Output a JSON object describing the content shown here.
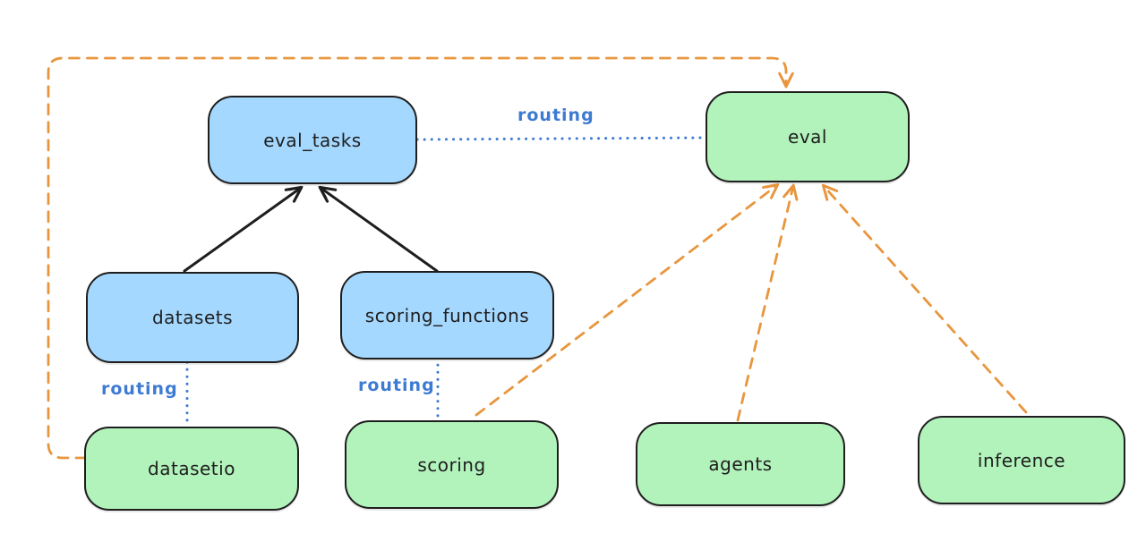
{
  "diagram": {
    "nodes": [
      {
        "id": "eval_tasks",
        "label": "eval_tasks",
        "fill": "#a5d8ff"
      },
      {
        "id": "eval",
        "label": "eval",
        "fill": "#b2f2bb"
      },
      {
        "id": "datasets",
        "label": "datasets",
        "fill": "#a5d8ff"
      },
      {
        "id": "scoring_functions",
        "label": "scoring_functions",
        "fill": "#a5d8ff"
      },
      {
        "id": "datasetio",
        "label": "datasetio",
        "fill": "#b2f2bb"
      },
      {
        "id": "scoring",
        "label": "scoring",
        "fill": "#b2f2bb"
      },
      {
        "id": "agents",
        "label": "agents",
        "fill": "#b2f2bb"
      },
      {
        "id": "inference",
        "label": "inference",
        "fill": "#b2f2bb"
      }
    ],
    "edge_labels": [
      {
        "id": "routing-eval-tasks-eval",
        "text": "routing"
      },
      {
        "id": "routing-datasets-datasetio",
        "text": "routing"
      },
      {
        "id": "routing-scoring-functions-scoring",
        "text": "routing"
      }
    ],
    "edges": [
      {
        "from": "datasets",
        "to": "eval_tasks",
        "style": "solid-arrow",
        "color": "#1e1e1e"
      },
      {
        "from": "scoring_functions",
        "to": "eval_tasks",
        "style": "solid-arrow",
        "color": "#1e1e1e"
      },
      {
        "from": "eval_tasks",
        "to": "eval",
        "style": "dotted-line",
        "color": "#3d7bd3",
        "label": "routing"
      },
      {
        "from": "datasets",
        "to": "datasetio",
        "style": "dotted-line",
        "color": "#3d7bd3",
        "label": "routing"
      },
      {
        "from": "scoring_functions",
        "to": "scoring",
        "style": "dotted-line",
        "color": "#3d7bd3",
        "label": "routing"
      },
      {
        "from": "datasetio",
        "to": "eval",
        "style": "dashed-arrow",
        "color": "#e8963e"
      },
      {
        "from": "scoring",
        "to": "eval",
        "style": "dashed-arrow",
        "color": "#e8963e"
      },
      {
        "from": "agents",
        "to": "eval",
        "style": "dashed-arrow",
        "color": "#e8963e"
      },
      {
        "from": "inference",
        "to": "eval",
        "style": "dashed-arrow",
        "color": "#e8963e"
      }
    ],
    "colors": {
      "background": "#ffffff",
      "node_stroke": "#1e1e1e",
      "blue_node_fill": "#a5d8ff",
      "green_node_fill": "#b2f2bb",
      "solid_arrow": "#1e1e1e",
      "dashed_arrow": "#e8963e",
      "routing_line": "#3d7bd3"
    }
  }
}
